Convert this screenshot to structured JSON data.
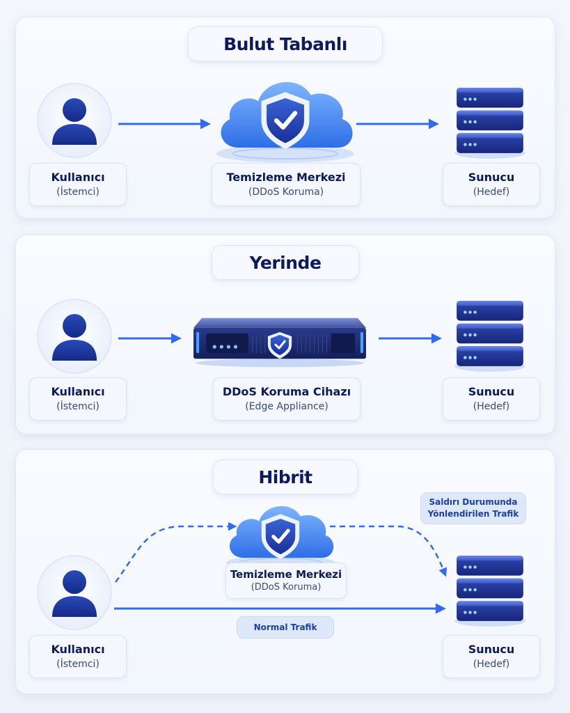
{
  "sections": [
    {
      "title": "Bulut Tabanlı",
      "client": {
        "name": "Kullanıcı",
        "role": "(İstemci)"
      },
      "middle": {
        "name": "Temizleme Merkezi",
        "role": "(DDoS Koruma)"
      },
      "server": {
        "name": "Sunucu",
        "role": "(Hedef)"
      }
    },
    {
      "title": "Yerinde",
      "client": {
        "name": "Kullanıcı",
        "role": "(İstemci)"
      },
      "middle": {
        "name": "DDoS Koruma Cihazı",
        "role": "(Edge Appliance)"
      },
      "server": {
        "name": "Sunucu",
        "role": "(Hedef)"
      }
    },
    {
      "title": "Hibrit",
      "client": {
        "name": "Kullanıcı",
        "role": "(İstemci)"
      },
      "middle": {
        "name": "Temizleme Merkezi",
        "role": "(DDoS Koruma)"
      },
      "server": {
        "name": "Sunucu",
        "role": "(Hedef)"
      },
      "attack_label_line1": "Saldırı Durumunda",
      "attack_label_line2": "Yönlendirilen Trafik",
      "normal_label": "Normal Trafik"
    }
  ],
  "colors": {
    "navy": "#0d1a5c",
    "accent_blue": "#2f6cf0",
    "cloud_blue": "#4a8ff0",
    "server_dark": "#1e2e7a"
  },
  "icons": [
    "user-icon",
    "cloud-shield-icon",
    "server-stack-icon",
    "appliance-icon",
    "shield-check-icon",
    "arrow-right-icon"
  ]
}
